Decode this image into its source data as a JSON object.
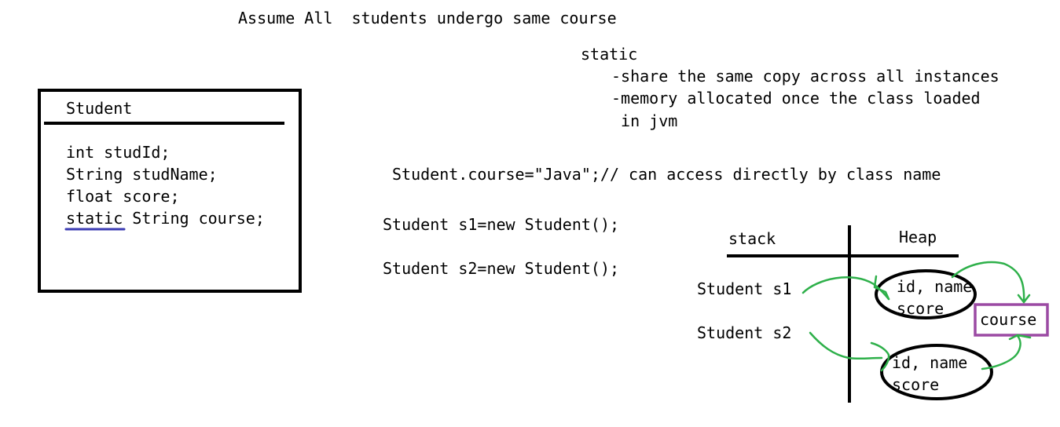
{
  "heading": "Assume All  students undergo same course",
  "static_note": {
    "title": "static",
    "line1": "-share the same copy across all instances",
    "line2": "-memory allocated once the class loaded",
    "line3": " in jvm"
  },
  "class_box": {
    "name": "Student",
    "fields": {
      "f1": "int studId;",
      "f2": "String studName;",
      "f3": "float score;",
      "static_kw": "static",
      "f4_rest": " String course;"
    }
  },
  "code": {
    "static_access": "Student.course=\"Java\";// can access directly by class name",
    "s1_decl": "Student s1=new Student();",
    "s2_decl": "Student s2=new Student();"
  },
  "memory": {
    "stack_label": "stack",
    "heap_label": "Heap",
    "ref_s1": "Student s1",
    "ref_s2": "Student s2",
    "obj1_line1": "id, name",
    "obj1_line2": "score",
    "obj2_line1": "id, name",
    "obj2_line2": "score",
    "static_field": "course"
  },
  "colors": {
    "arrow": "#2eb04a",
    "static_box": "#9b4aa3",
    "underline": "#3b3bb3"
  }
}
